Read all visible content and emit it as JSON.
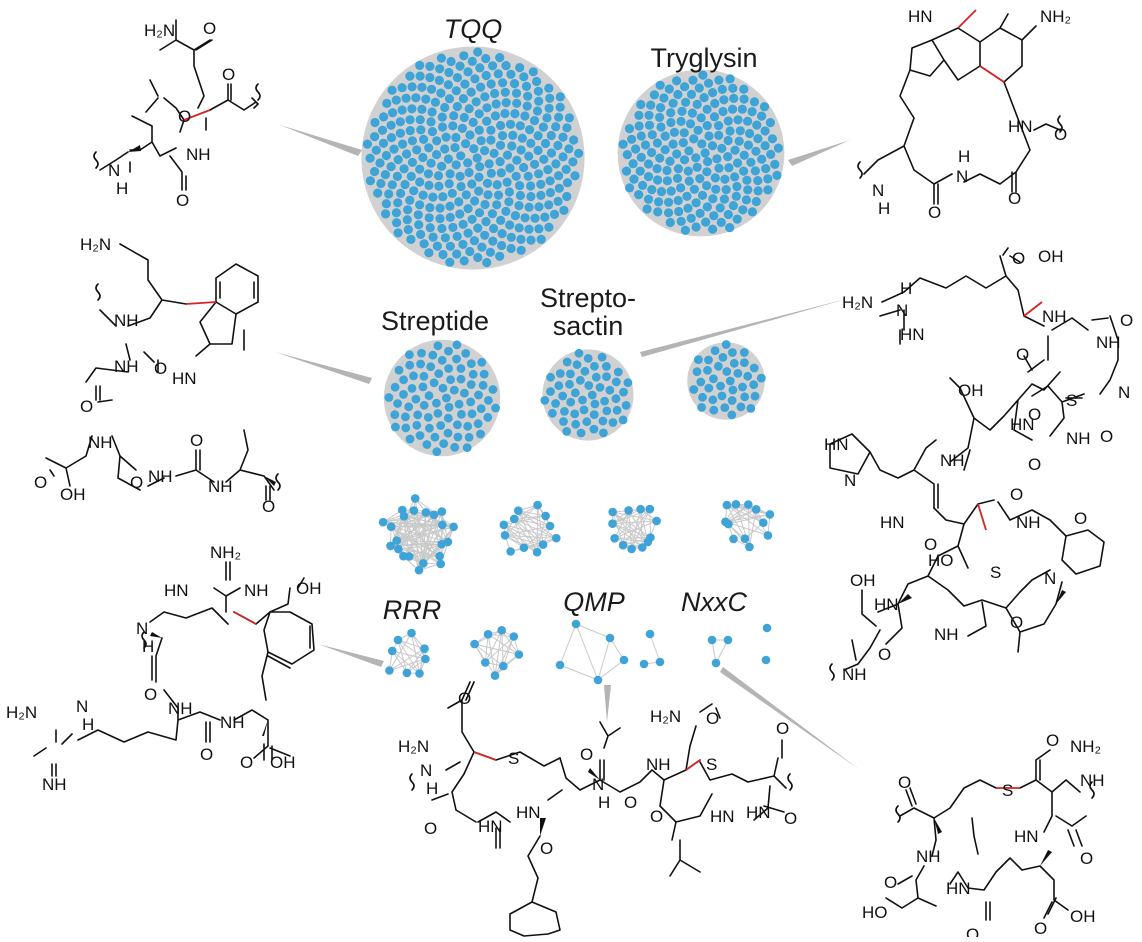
{
  "clusters": {
    "tqq": {
      "label": "TQQ",
      "italic": true
    },
    "tryglysin": {
      "label": "Tryglysin",
      "italic": false
    },
    "streptide": {
      "label": "Streptide",
      "italic": false
    },
    "streptosactin": {
      "label_line1": "Strepto-",
      "label_line2": "sactin",
      "italic": false
    },
    "rrr": {
      "label": "RRR",
      "italic": true
    },
    "qmp": {
      "label": "QMP",
      "italic": true
    },
    "nxxc": {
      "label": "NxxC",
      "italic": true
    }
  },
  "colors": {
    "node": "#3ea3d6",
    "edge": "#c9c9c9",
    "crosslink_bond": "#d62424",
    "bond": "#111111",
    "pointer": "#b4b4b4"
  },
  "atoms": {
    "h2n": "H₂N",
    "nh2": "NH₂",
    "nh": "NH",
    "hn": "HN",
    "n": "N",
    "o": "O",
    "s": "S",
    "oh": "OH",
    "ho": "HO",
    "h": "H",
    "hn_eq": "HN=",
    "nh_eq": "NH"
  }
}
